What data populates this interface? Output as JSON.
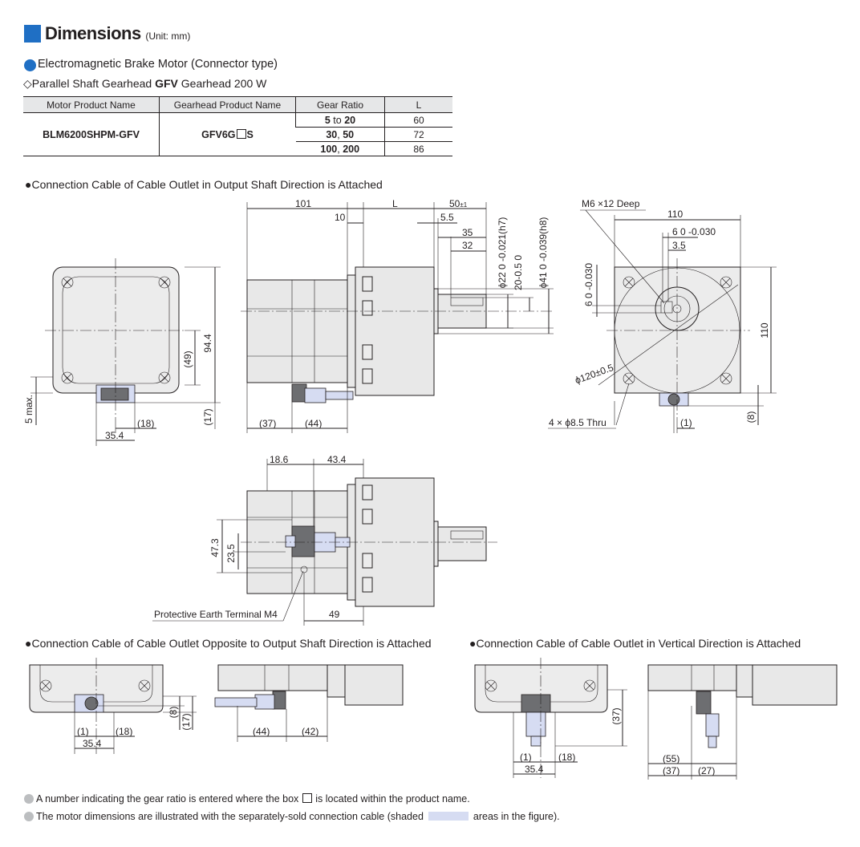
{
  "header": {
    "title": "Dimensions",
    "unit": "(Unit: mm)"
  },
  "product": {
    "type_heading": "Electromagnetic Brake Motor (Connector type)",
    "gearhead_prefix": "◇Parallel Shaft Gearhead ",
    "gearhead_bold": "GFV",
    "gearhead_suffix": " Gearhead 200 W"
  },
  "spec_table": {
    "headers": [
      "Motor Product Name",
      "Gearhead Product Name",
      "Gear Ratio",
      "L"
    ],
    "motor_name": "BLM6200SHPM-GFV",
    "gearhead_name_prefix": "GFV6G",
    "gearhead_name_suffix": "S",
    "rows": [
      {
        "ratio_a": "5",
        "ratio_sep": " to ",
        "ratio_b": "20",
        "L": "60"
      },
      {
        "ratio_a": "30",
        "ratio_sep": ", ",
        "ratio_b": "50",
        "L": "72"
      },
      {
        "ratio_a": "100",
        "ratio_sep": ", ",
        "ratio_b": "200",
        "L": "86"
      }
    ]
  },
  "sections": {
    "output_shaft": "●Connection Cable of Cable Outlet in Output Shaft Direction is Attached",
    "opposite": "●Connection Cable of Cable Outlet Opposite to Output Shaft Direction is Attached",
    "vertical": "●Connection Cable of Cable Outlet in Vertical Direction is Attached"
  },
  "dims": {
    "front": {
      "d94_4": "94.4",
      "d49": "(49)",
      "d5max": "5 max.",
      "d18": "(18)",
      "d35_4": "35.4",
      "d17": "(17)"
    },
    "side": {
      "d101": "101",
      "dL": "L",
      "d50": "50",
      "d50_tol": "±1",
      "d10": "10",
      "d5_5": "5.5",
      "d35": "35",
      "d32": "32",
      "d22": "ϕ22  0 -0.021(h7)",
      "d20": "20-0.5 0",
      "d41": "ϕ41  0 -0.039(h8)",
      "d37": "(37)",
      "d44": "(44)"
    },
    "end": {
      "m6": "M6 ×12 Deep",
      "d110_top": "110",
      "d6_top": "6  0 -0.030",
      "d3_5": "3.5",
      "d6_left": "6  0 -0.030",
      "d110_right": "110",
      "d120": "ϕ120±0.5",
      "holes": "4 × ϕ8.5 Thru",
      "d1": "(1)",
      "d8": "(8)"
    },
    "bottom": {
      "d18_6": "18.6",
      "d43_4": "43.4",
      "d47_3": "47.3",
      "d23_5": "23.5",
      "pe_label": "Protective Earth Terminal M4",
      "d49": "49"
    },
    "opp": {
      "d1": "(1)",
      "d18": "(18)",
      "d35_4": "35.4",
      "d8": "(8)",
      "d17": "(17)",
      "d44": "(44)",
      "d42": "(42)"
    },
    "vert": {
      "d37": "(37)",
      "d1": "(1)",
      "d18": "(18)",
      "d35_4": "35.4",
      "d55": "(55)",
      "d37b": "(37)",
      "d27": "(27)"
    }
  },
  "notes": {
    "note1_a": "A number indicating the gear ratio is entered where the box",
    "note1_b": "is located within the product name.",
    "note2_a": "The motor dimensions are illustrated with the separately-sold connection cable (shaded",
    "note2_b": "areas in the figure)."
  },
  "colors": {
    "accent": "#1f6fc4",
    "cable_shade": "#d6dcf2",
    "note_dot": "#bcbec0"
  }
}
